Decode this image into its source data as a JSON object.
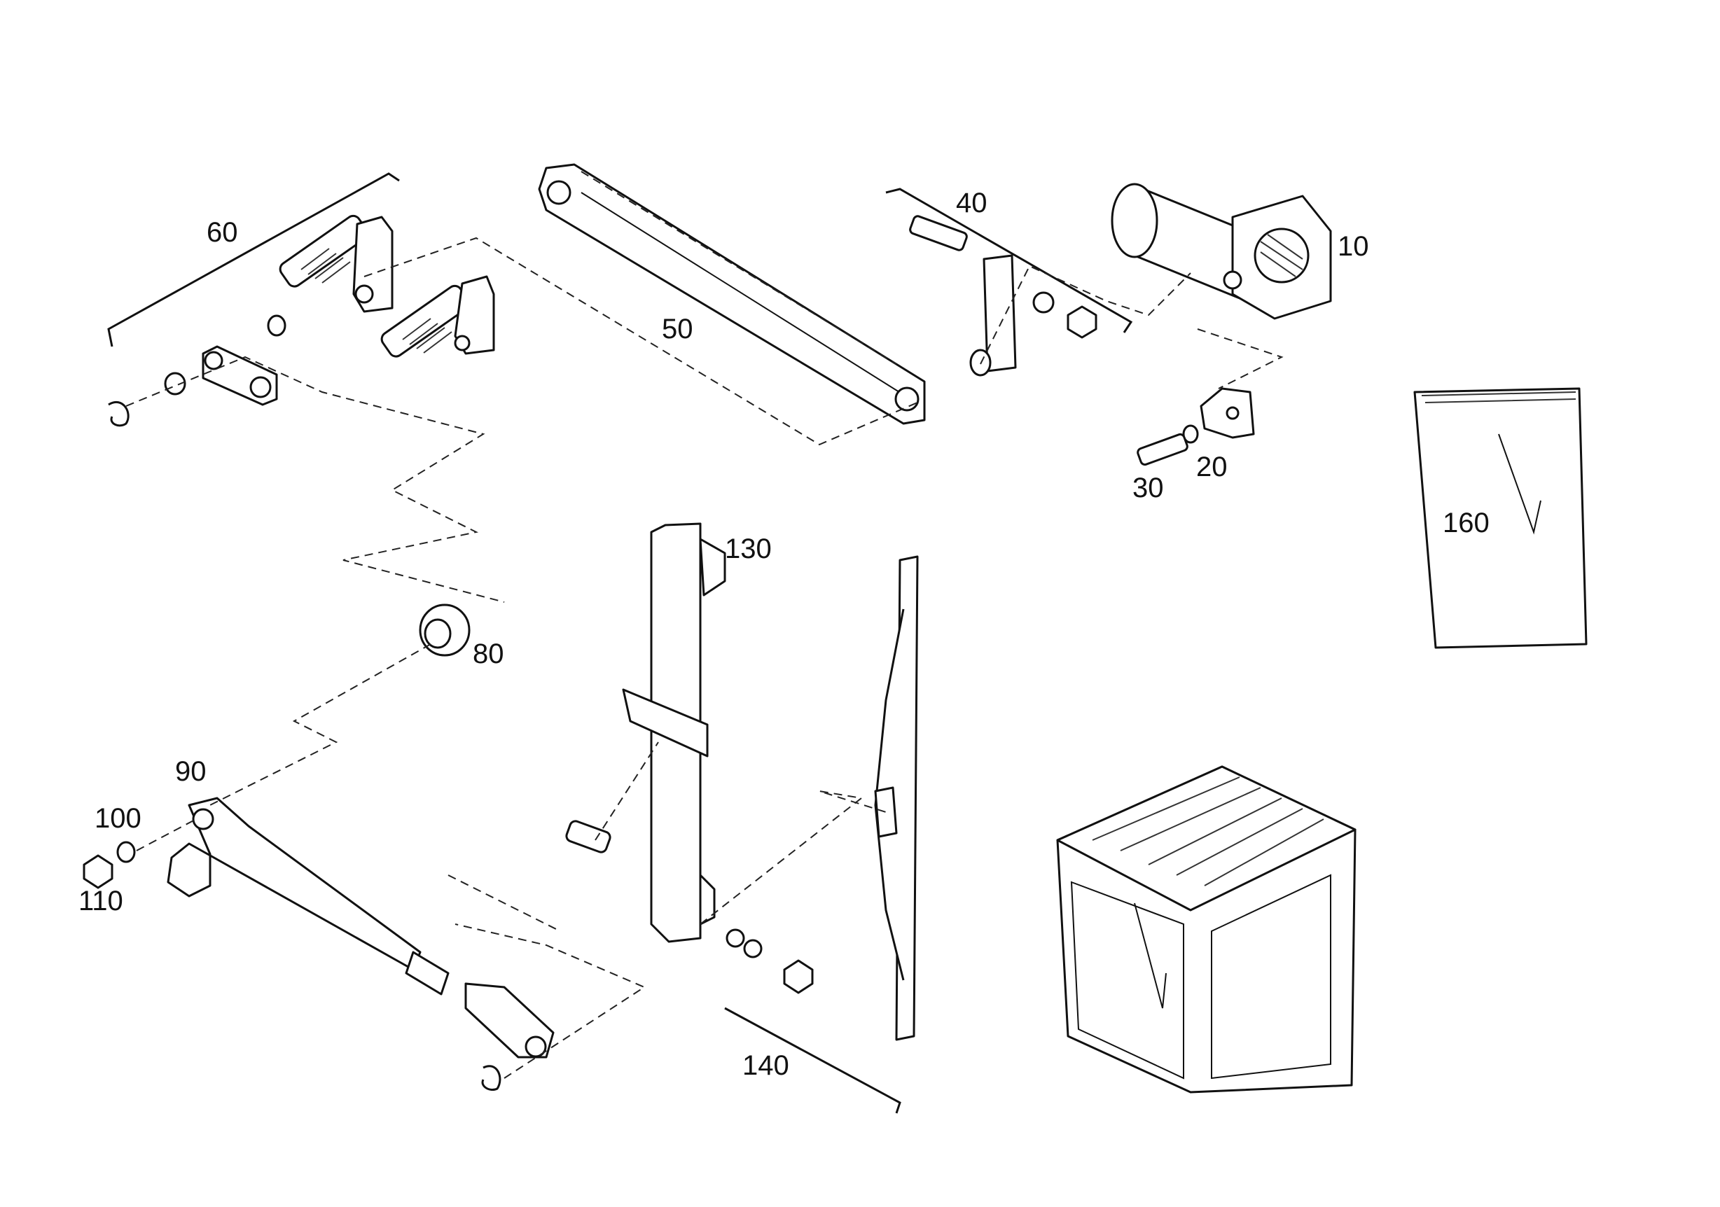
{
  "diagram": {
    "callouts": [
      {
        "id": "c10",
        "text": "10"
      },
      {
        "id": "c20",
        "text": "20"
      },
      {
        "id": "c30",
        "text": "30"
      },
      {
        "id": "c40",
        "text": "40"
      },
      {
        "id": "c50",
        "text": "50"
      },
      {
        "id": "c60",
        "text": "60"
      },
      {
        "id": "c80",
        "text": "80"
      },
      {
        "id": "c90",
        "text": "90"
      },
      {
        "id": "c100",
        "text": "100"
      },
      {
        "id": "c110",
        "text": "110"
      },
      {
        "id": "c130",
        "text": "130"
      },
      {
        "id": "c140",
        "text": "140"
      },
      {
        "id": "c160",
        "text": "160"
      }
    ]
  }
}
